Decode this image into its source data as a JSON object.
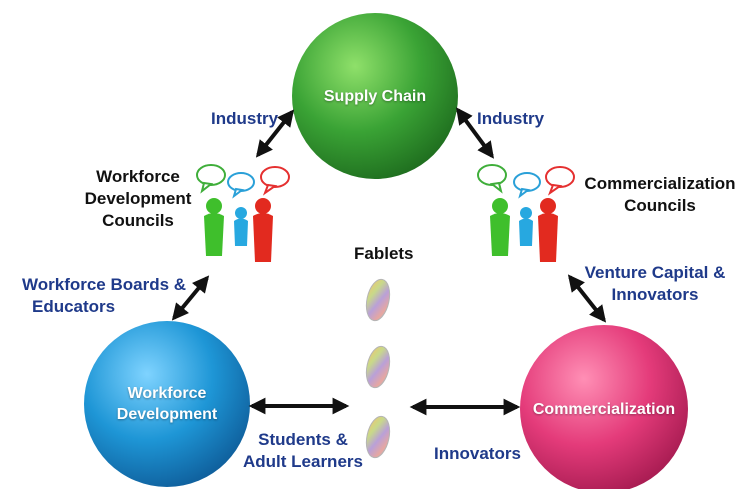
{
  "nodes": {
    "supply_chain": "Supply Chain",
    "workforce_development": [
      "Workforce",
      "Development"
    ],
    "commercialization": "Commercialization"
  },
  "links": {
    "industry_left": "Industry",
    "industry_right": "Industry",
    "workforce_boards": [
      "Workforce Boards &",
      "Educators"
    ],
    "venture_capital": [
      "Venture Capital &",
      "Innovators"
    ],
    "students": [
      "Students &",
      "Adult Learners"
    ],
    "innovators": "Innovators"
  },
  "councils": {
    "workforce": [
      "Workforce",
      "Development",
      "Councils"
    ],
    "commercialization": [
      "Commercialization",
      "Councils"
    ]
  },
  "fablets": {
    "title": "Fablets"
  },
  "colors": {
    "supply_chain": "#3aa335",
    "workforce_development": "#1e96d6",
    "commercialization": "#e43b7a",
    "link_text": "#1f3a8a"
  }
}
